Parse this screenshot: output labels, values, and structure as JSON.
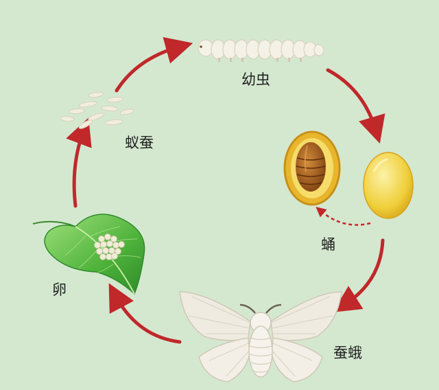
{
  "stages": {
    "larva": "幼虫",
    "hatchling": "蚁蚕",
    "pupa": "蛹",
    "egg": "卵",
    "moth": "蚕蛾"
  },
  "colors": {
    "background": "#d4e8d0",
    "arrow": "#c0282a",
    "leaf": "#4eb23a",
    "leaf_light": "#8fd46f",
    "egg": "#f0edd6",
    "larva": "#f4f1e6",
    "cocoon": "#f2d64a",
    "pupa": "#a55a1a",
    "moth_wing": "#efebe1",
    "text": "#222222"
  },
  "icons": [
    "egg-cluster-icon",
    "hatchling-icon",
    "larva-icon",
    "cocoon-icon",
    "pupa-icon",
    "moth-icon",
    "leaf-icon",
    "cycle-arrow-icon"
  ]
}
